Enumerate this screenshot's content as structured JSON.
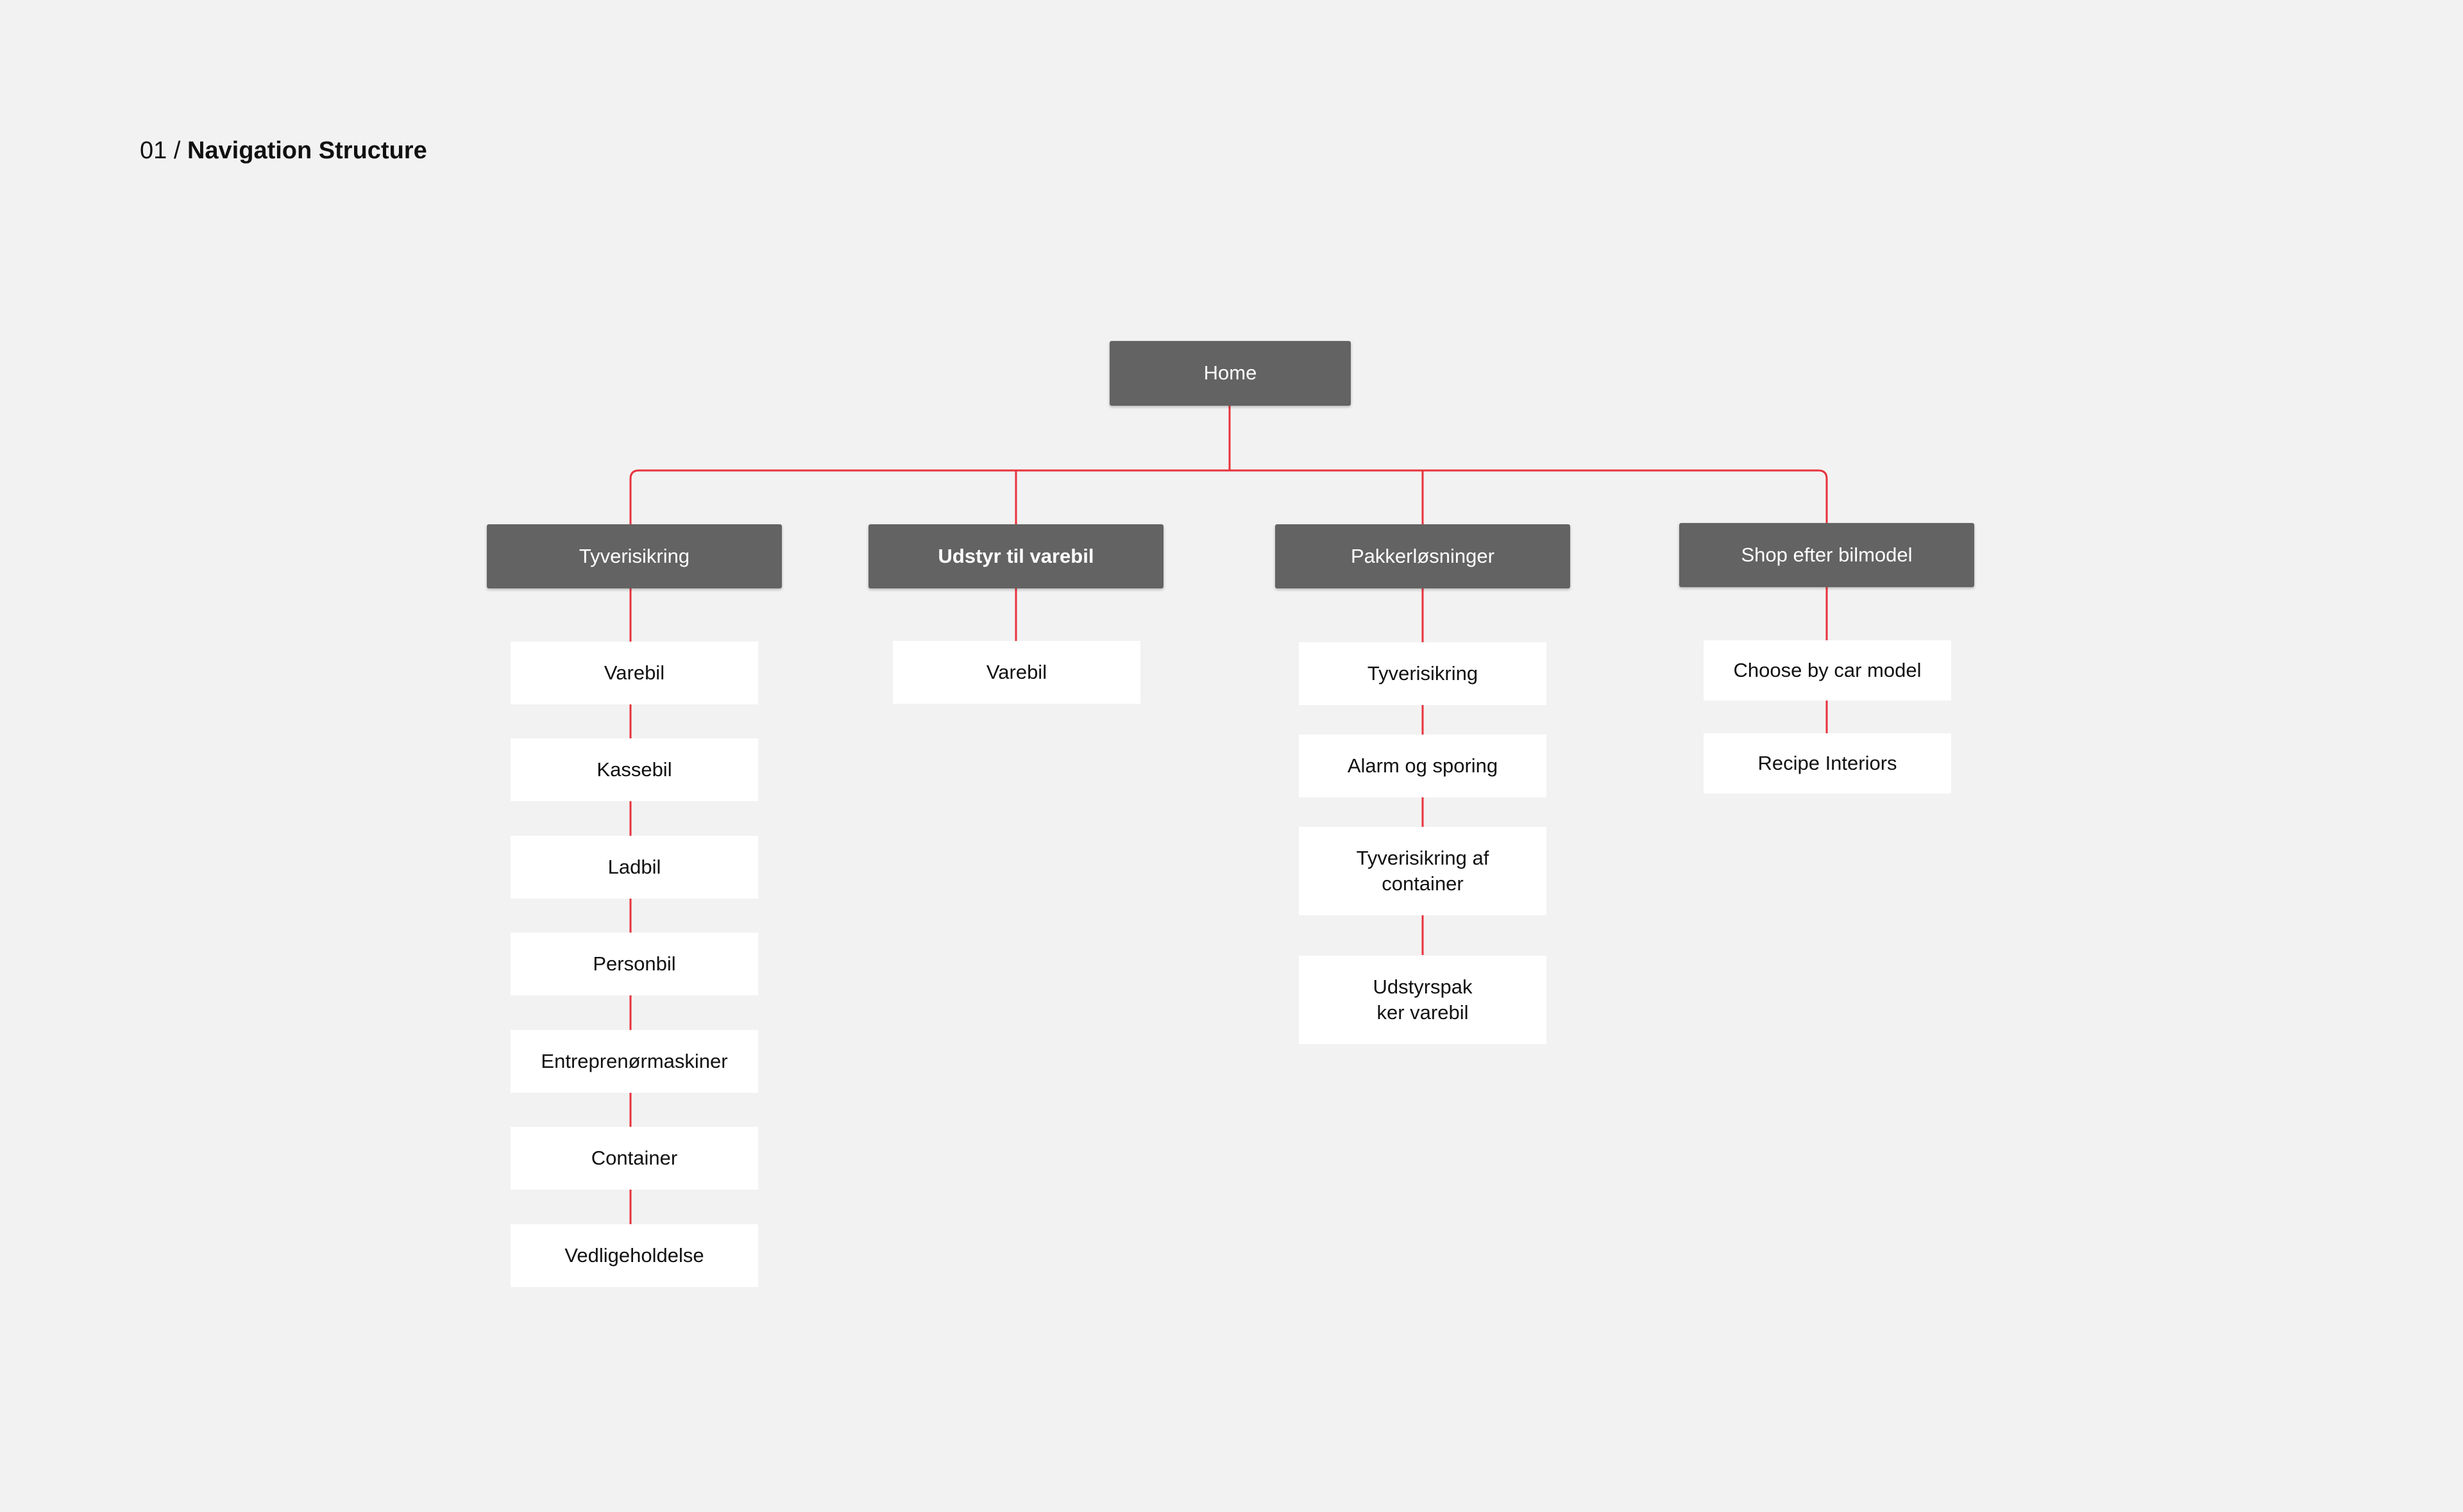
{
  "header": {
    "number": "01",
    "separator": "/",
    "title": "Navigation Structure"
  },
  "colors": {
    "background": "#f2f2f2",
    "dark_node": "#636363",
    "light_node": "#ffffff",
    "connector": "#e8323c"
  },
  "tree": {
    "root": {
      "label": "Home"
    },
    "sections": [
      {
        "label": "Tyverisikring",
        "items": [
          "Varebil",
          "Kassebil",
          "Ladbil",
          "Personbil",
          "Entreprenørmaskiner",
          "Container",
          "Vedligeholdelse"
        ]
      },
      {
        "label": "Udstyr til varebil",
        "items": [
          "Varebil"
        ]
      },
      {
        "label": "Pakkerløsninger",
        "items": [
          "Tyverisikring",
          "Alarm og sporing",
          "Tyverisikring af\ncontainer",
          "Udstyrspak\nker varebil"
        ]
      },
      {
        "label": "Shop efter bilmodel",
        "items": [
          "Choose by car model",
          "Recipe Interiors"
        ]
      }
    ]
  }
}
